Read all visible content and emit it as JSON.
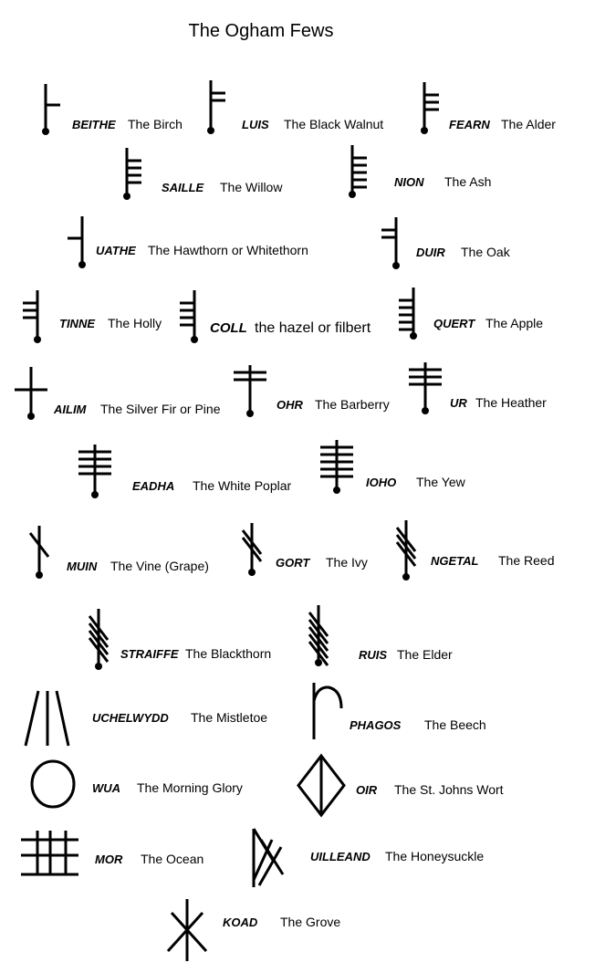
{
  "title": "The Ogham Fews",
  "ink_color": "#000000",
  "fews": [
    {
      "name": "BEITHE",
      "meaning": "The Birch",
      "glyph": {
        "kind": "right",
        "strokes": 1
      }
    },
    {
      "name": "LUIS",
      "meaning": "The Black Walnut",
      "glyph": {
        "kind": "right",
        "strokes": 2
      }
    },
    {
      "name": "FEARN",
      "meaning": "The Alder",
      "glyph": {
        "kind": "right",
        "strokes": 3
      }
    },
    {
      "name": "SAILLE",
      "meaning": "The Willow",
      "glyph": {
        "kind": "right",
        "strokes": 4
      }
    },
    {
      "name": "NION",
      "meaning": "The Ash",
      "glyph": {
        "kind": "right",
        "strokes": 5
      }
    },
    {
      "name": "UATHE",
      "meaning": "The Hawthorn or Whitethorn",
      "glyph": {
        "kind": "left",
        "strokes": 1
      }
    },
    {
      "name": "DUIR",
      "meaning": "The Oak",
      "glyph": {
        "kind": "left",
        "strokes": 2
      }
    },
    {
      "name": "TINNE",
      "meaning": "The Holly",
      "glyph": {
        "kind": "left",
        "strokes": 3
      }
    },
    {
      "name": "COLL",
      "meaning": "the hazel or filbert",
      "glyph": {
        "kind": "left",
        "strokes": 4
      }
    },
    {
      "name": "QUERT",
      "meaning": "The Apple",
      "glyph": {
        "kind": "left",
        "strokes": 5
      }
    },
    {
      "name": "AILIM",
      "meaning": "The Silver Fir or Pine",
      "glyph": {
        "kind": "cross",
        "strokes": 1
      }
    },
    {
      "name": "OHR",
      "meaning": "The Barberry",
      "glyph": {
        "kind": "cross",
        "strokes": 2
      }
    },
    {
      "name": "UR",
      "meaning": "The Heather",
      "glyph": {
        "kind": "cross",
        "strokes": 3
      }
    },
    {
      "name": "EADHA",
      "meaning": "The White Poplar",
      "glyph": {
        "kind": "cross",
        "strokes": 4
      }
    },
    {
      "name": "IOHO",
      "meaning": "The Yew",
      "glyph": {
        "kind": "cross",
        "strokes": 5
      }
    },
    {
      "name": "MUIN",
      "meaning": "The Vine (Grape)",
      "glyph": {
        "kind": "diagonal",
        "strokes": 1
      }
    },
    {
      "name": "GORT",
      "meaning": "The Ivy",
      "glyph": {
        "kind": "diagonal",
        "strokes": 2
      }
    },
    {
      "name": "NGETAL",
      "meaning": "The Reed",
      "glyph": {
        "kind": "diagonal",
        "strokes": 3
      }
    },
    {
      "name": "STRAIFFE",
      "meaning": "The Blackthorn",
      "glyph": {
        "kind": "diagonal",
        "strokes": 4
      }
    },
    {
      "name": "RUIS",
      "meaning": "The Elder",
      "glyph": {
        "kind": "diagonal",
        "strokes": 5
      }
    },
    {
      "name": "UCHELWYDD",
      "meaning": "The Mistletoe",
      "glyph": {
        "kind": "mistletoe",
        "strokes": 3
      }
    },
    {
      "name": "PHAGOS",
      "meaning": "The Beech",
      "glyph": {
        "kind": "arc",
        "strokes": 1
      }
    },
    {
      "name": "WUA",
      "meaning": "The Morning Glory",
      "glyph": {
        "kind": "circle",
        "strokes": 1
      }
    },
    {
      "name": "OIR",
      "meaning": "The St. Johns Wort",
      "glyph": {
        "kind": "diamond",
        "strokes": 1
      }
    },
    {
      "name": "MOR",
      "meaning": "The Ocean",
      "glyph": {
        "kind": "grid",
        "strokes": 6
      }
    },
    {
      "name": "UILLEAND",
      "meaning": "The Honeysuckle",
      "glyph": {
        "kind": "uilleand",
        "strokes": 4
      }
    },
    {
      "name": "KOAD",
      "meaning": "The Grove",
      "glyph": {
        "kind": "koad",
        "strokes": 3
      }
    }
  ]
}
